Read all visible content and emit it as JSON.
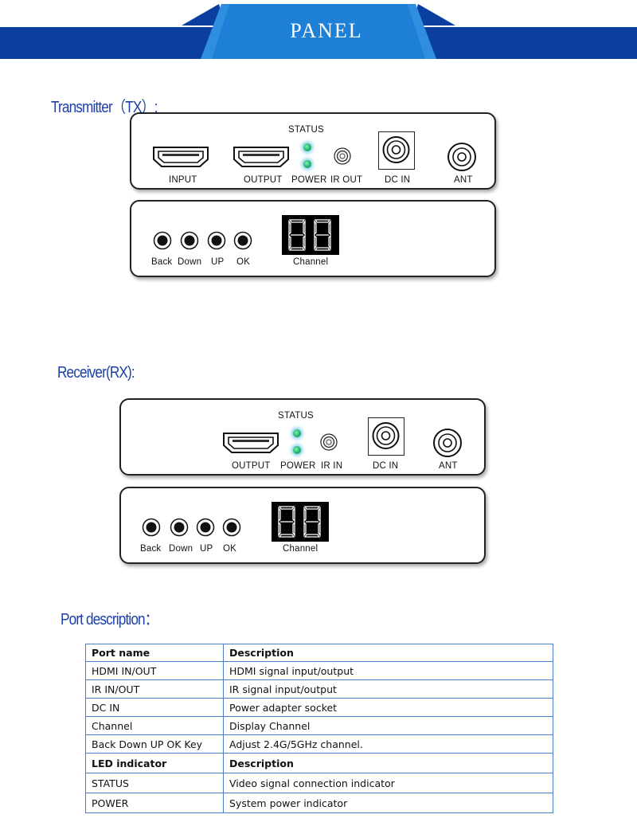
{
  "header": {
    "title": "PANEL"
  },
  "sections": {
    "tx_title": "Transmitter（TX）:",
    "rx_title": "Receiver(RX):",
    "port_title": "Port description："
  },
  "tx": {
    "front": {
      "status_label": "STATUS",
      "input_label": "INPUT",
      "output_label": "OUTPUT",
      "power_label": "POWER",
      "irout_label": "IR OUT",
      "dcin_label": "DC IN",
      "ant_label": "ANT"
    },
    "back": {
      "back_label": "Back",
      "down_label": "Down",
      "up_label": "UP",
      "ok_label": "OK",
      "channel_label": "Channel"
    }
  },
  "rx": {
    "front": {
      "status_label": "STATUS",
      "output_label": "OUTPUT",
      "power_label": "POWER",
      "irin_label": "IR IN",
      "dcin_label": "DC IN",
      "ant_label": "ANT"
    },
    "back": {
      "back_label": "Back",
      "down_label": "Down",
      "up_label": "UP",
      "ok_label": "OK",
      "channel_label": "Channel"
    }
  },
  "port_table": {
    "header": [
      "Port name",
      "Description"
    ],
    "rows": [
      [
        "HDMI IN/OUT",
        "HDMI signal input/output"
      ],
      [
        "IR IN/OUT",
        "IR signal input/output"
      ],
      [
        "DC IN",
        "Power adapter socket"
      ],
      [
        "Channel",
        "Display Channel"
      ],
      [
        "Back Down UP OK Key",
        "Adjust 2.4G/5GHz channel."
      ]
    ],
    "led_header": [
      "LED indicator",
      "Description"
    ],
    "led_rows": [
      [
        "STATUS",
        "Video signal connection indicator"
      ],
      [
        "POWER",
        "System power indicator"
      ]
    ]
  },
  "colors": {
    "banner_dark": "#0a3fa0",
    "banner_light": "#1d7fd6",
    "title_blue": "#1c3fa8",
    "table_border": "#4b7fc8",
    "led_green": "#1fb46b"
  },
  "icons": [
    "hdmi-port-icon",
    "led-icon",
    "ir-jack-icon",
    "dc-jack-icon",
    "antenna-connector-icon",
    "push-button-icon",
    "seven-segment-display-icon"
  ]
}
